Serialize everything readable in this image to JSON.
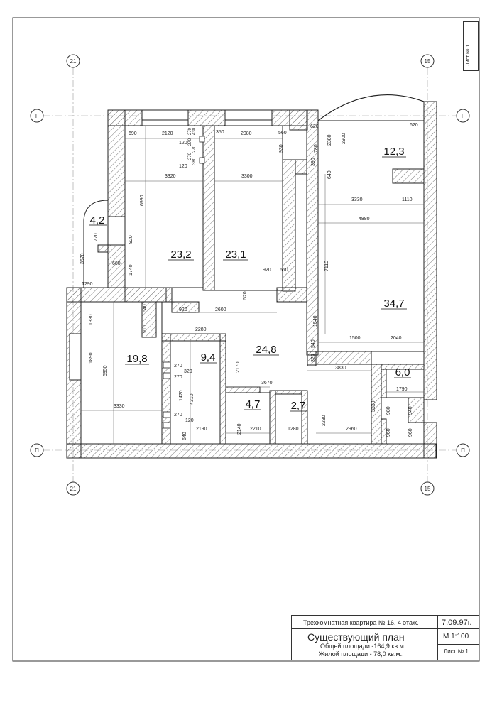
{
  "sheet_tag": "Лист № 1",
  "axes": {
    "top_left": "21",
    "top_right": "15",
    "bottom_left": "21",
    "bottom_right": "15",
    "left_top": "Г",
    "right_top": "Г",
    "left_bottom": "П",
    "right_bottom": "П"
  },
  "rooms": [
    {
      "id": "r42",
      "area": "4,2"
    },
    {
      "id": "r232",
      "area": "23,2"
    },
    {
      "id": "r231",
      "area": "23,1"
    },
    {
      "id": "r123",
      "area": "12,3"
    },
    {
      "id": "r347",
      "area": "34,7"
    },
    {
      "id": "r198",
      "area": "19,8"
    },
    {
      "id": "r94",
      "area": "9,4"
    },
    {
      "id": "r248",
      "area": "24,8"
    },
    {
      "id": "r60",
      "area": "6,0"
    },
    {
      "id": "r47",
      "area": "4,7"
    },
    {
      "id": "r27",
      "area": "2,7"
    }
  ],
  "dimensions": [
    "690",
    "2120",
    "350",
    "2080",
    "560",
    "620",
    "2900",
    "620",
    "120",
    "120",
    "3320",
    "3300",
    "930",
    "780",
    "2380",
    "390",
    "640",
    "3330",
    "1110",
    "4880",
    "6990",
    "3570",
    "770",
    "920",
    "1290",
    "660",
    "1740",
    "920",
    "650",
    "7110",
    "520",
    "640",
    "920",
    "2600",
    "1540",
    "910",
    "1330",
    "2280",
    "1500",
    "2040",
    "540",
    "320",
    "1890",
    "5950",
    "270",
    "320",
    "270",
    "2170",
    "3830",
    "3670",
    "1790",
    "1420",
    "4310",
    "3330",
    "980",
    "940",
    "270",
    "120",
    "640",
    "2190",
    "2140",
    "2210",
    "1280",
    "2230",
    "2960",
    "960",
    "960",
    "3330",
    "270",
    "270",
    "380",
    "270",
    "430",
    "270"
  ],
  "title_block": {
    "project": "Трехкомнатная квартира № 16. 4 этаж.",
    "date": "7.09.97г.",
    "title": "Существующий план",
    "total_area": "Общей площади -164,9  кв.м.",
    "living_area": "Жилой площади - 78,0 кв.м..",
    "scale": "М 1:100",
    "sheet": "Лист № 1"
  }
}
